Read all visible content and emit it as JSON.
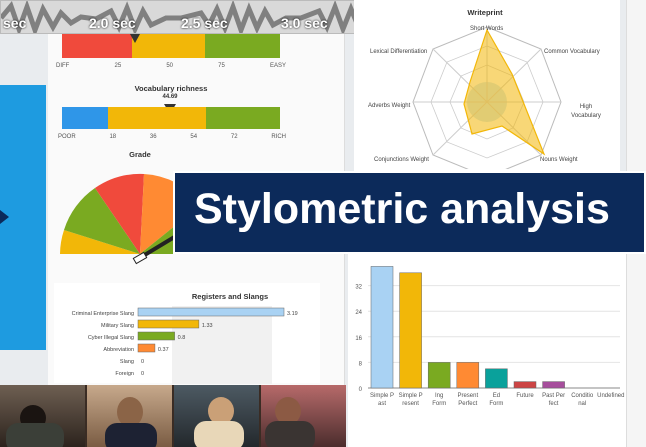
{
  "waveform": {
    "ticks": [
      "sec",
      "2.0 sec",
      "2.5 sec",
      "3.0 sec"
    ]
  },
  "readability": {
    "ticks": [
      "DIFF",
      "25",
      "50",
      "75",
      "EASY"
    ]
  },
  "vocabulary": {
    "title": "Vocabulary richness",
    "value": "44.69",
    "ticks": [
      "POOR",
      "18",
      "36",
      "54",
      "72",
      "RICH"
    ]
  },
  "grade": {
    "title": "Grade"
  },
  "writeprint": {
    "title": "Writeprint",
    "axes": [
      "Short Words",
      "Common Vocabulary",
      "High Vocabulary",
      "Nouns Weight",
      "Conjunctions Weight",
      "Adverbs Weight",
      "Lexical Differentiation"
    ]
  },
  "banner": {
    "text": "Stylometric analysis"
  },
  "colors": {
    "banner_bg": "#0c2a5a",
    "blue_panel": "#1e9be0",
    "accent_green": "#7aaa21",
    "accent_yellow": "#f2b708",
    "accent_orange": "#ff8a33",
    "accent_blue": "#2f96e8"
  },
  "registers": {
    "title": "Registers and Slangs"
  },
  "chart_data": [
    {
      "type": "bar",
      "title": "Registers and Slangs",
      "categories": [
        "Criminal Enterprise Slang",
        "Military Slang",
        "Cyber Illegal Slang",
        "Abbreviation",
        "Slang",
        "Foreign"
      ],
      "values": [
        3.19,
        1.33,
        0.8,
        0.37,
        0,
        0
      ],
      "value_labels": [
        "3.19",
        "1.33",
        "0.8",
        "0.37",
        "0",
        "0"
      ],
      "colors": [
        "#a9d2f3",
        "#f2b708",
        "#7aaa21",
        "#ff8a33",
        "#999999",
        "#999999"
      ]
    },
    {
      "type": "bar",
      "categories": [
        "Simple Past",
        "Simple Present",
        "Ing Form",
        "Present Perfect",
        "Ed Form",
        "Future",
        "Past Perfect",
        "Conditional",
        "Undefined"
      ],
      "values": [
        38,
        36,
        8,
        8,
        6,
        2,
        2,
        0,
        0
      ],
      "ylim": [
        0,
        40
      ],
      "yticks": [
        "32",
        "24",
        "16",
        "8",
        "0"
      ],
      "colors": [
        "#a9d2f3",
        "#f2b708",
        "#7aaa21",
        "#ff8a33",
        "#0aa19b",
        "#cc4444",
        "#a64e9c",
        "#bbbbbb",
        "#bbbbbb"
      ]
    }
  ]
}
